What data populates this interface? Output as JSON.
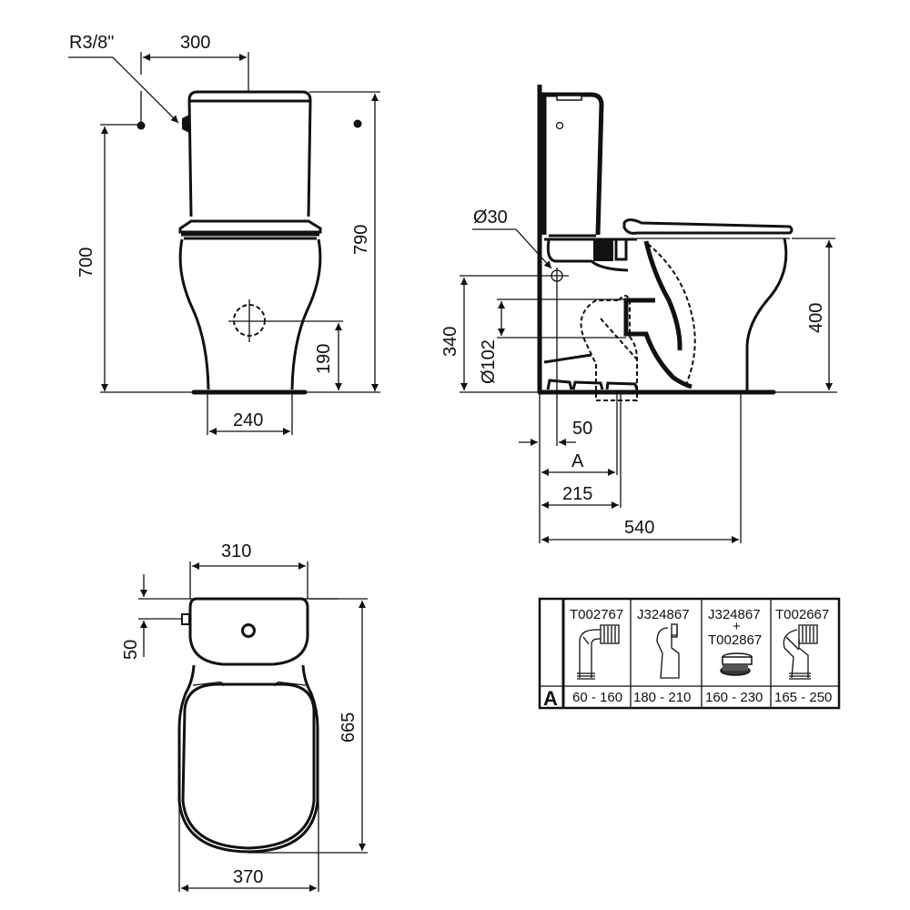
{
  "front_view": {
    "inlet_thread": "R3/8\"",
    "inlet_offset": "300",
    "inlet_height": "700",
    "total_height": "790",
    "outlet_height": "190",
    "base_width": "240"
  },
  "side_view": {
    "overflow_diameter": "Ø30",
    "inlet_height": "340",
    "outlet_diameter": "Ø102",
    "seat_height": "400",
    "wall_offset": "50",
    "outlet_distance_label": "A",
    "outlet_distance": "215",
    "total_depth": "540"
  },
  "top_view": {
    "tank_width": "310",
    "inlet_offset": "50",
    "total_depth": "665",
    "bowl_width": "370"
  },
  "connector_table": {
    "row_label": "A",
    "columns": [
      {
        "code": "T002767",
        "code_extra": "",
        "icon": "elbow-pan-connector-icon",
        "range": "60 - 160"
      },
      {
        "code": "J324867",
        "code_extra": "",
        "icon": "offset-pan-connector-icon",
        "range": "180 - 210"
      },
      {
        "code": "J324867",
        "plus": "+",
        "code_extra": "T002867",
        "icon": "pan-collar-icon",
        "range": "160 - 230"
      },
      {
        "code": "T002667",
        "code_extra": "",
        "icon": "swept-elbow-connector-icon",
        "range": "165 - 250"
      }
    ]
  }
}
